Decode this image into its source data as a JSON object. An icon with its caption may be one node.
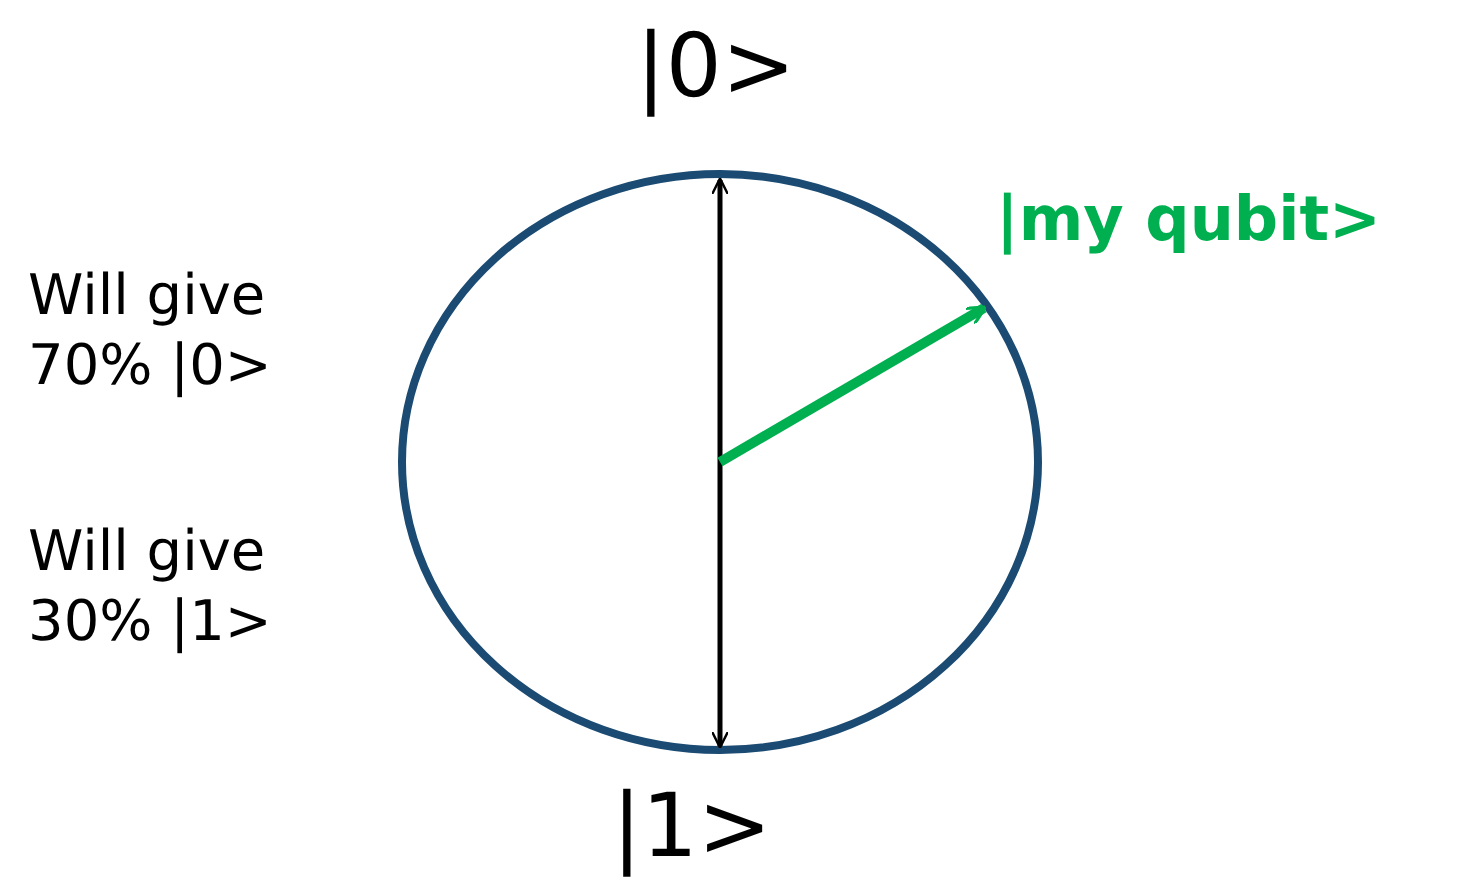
{
  "diagram": {
    "labels": [
      "|0>",
      "|my qubit>",
      "Will give 70% |0>",
      "Will give 30% |1>",
      "|1>"
    ]
  }
}
